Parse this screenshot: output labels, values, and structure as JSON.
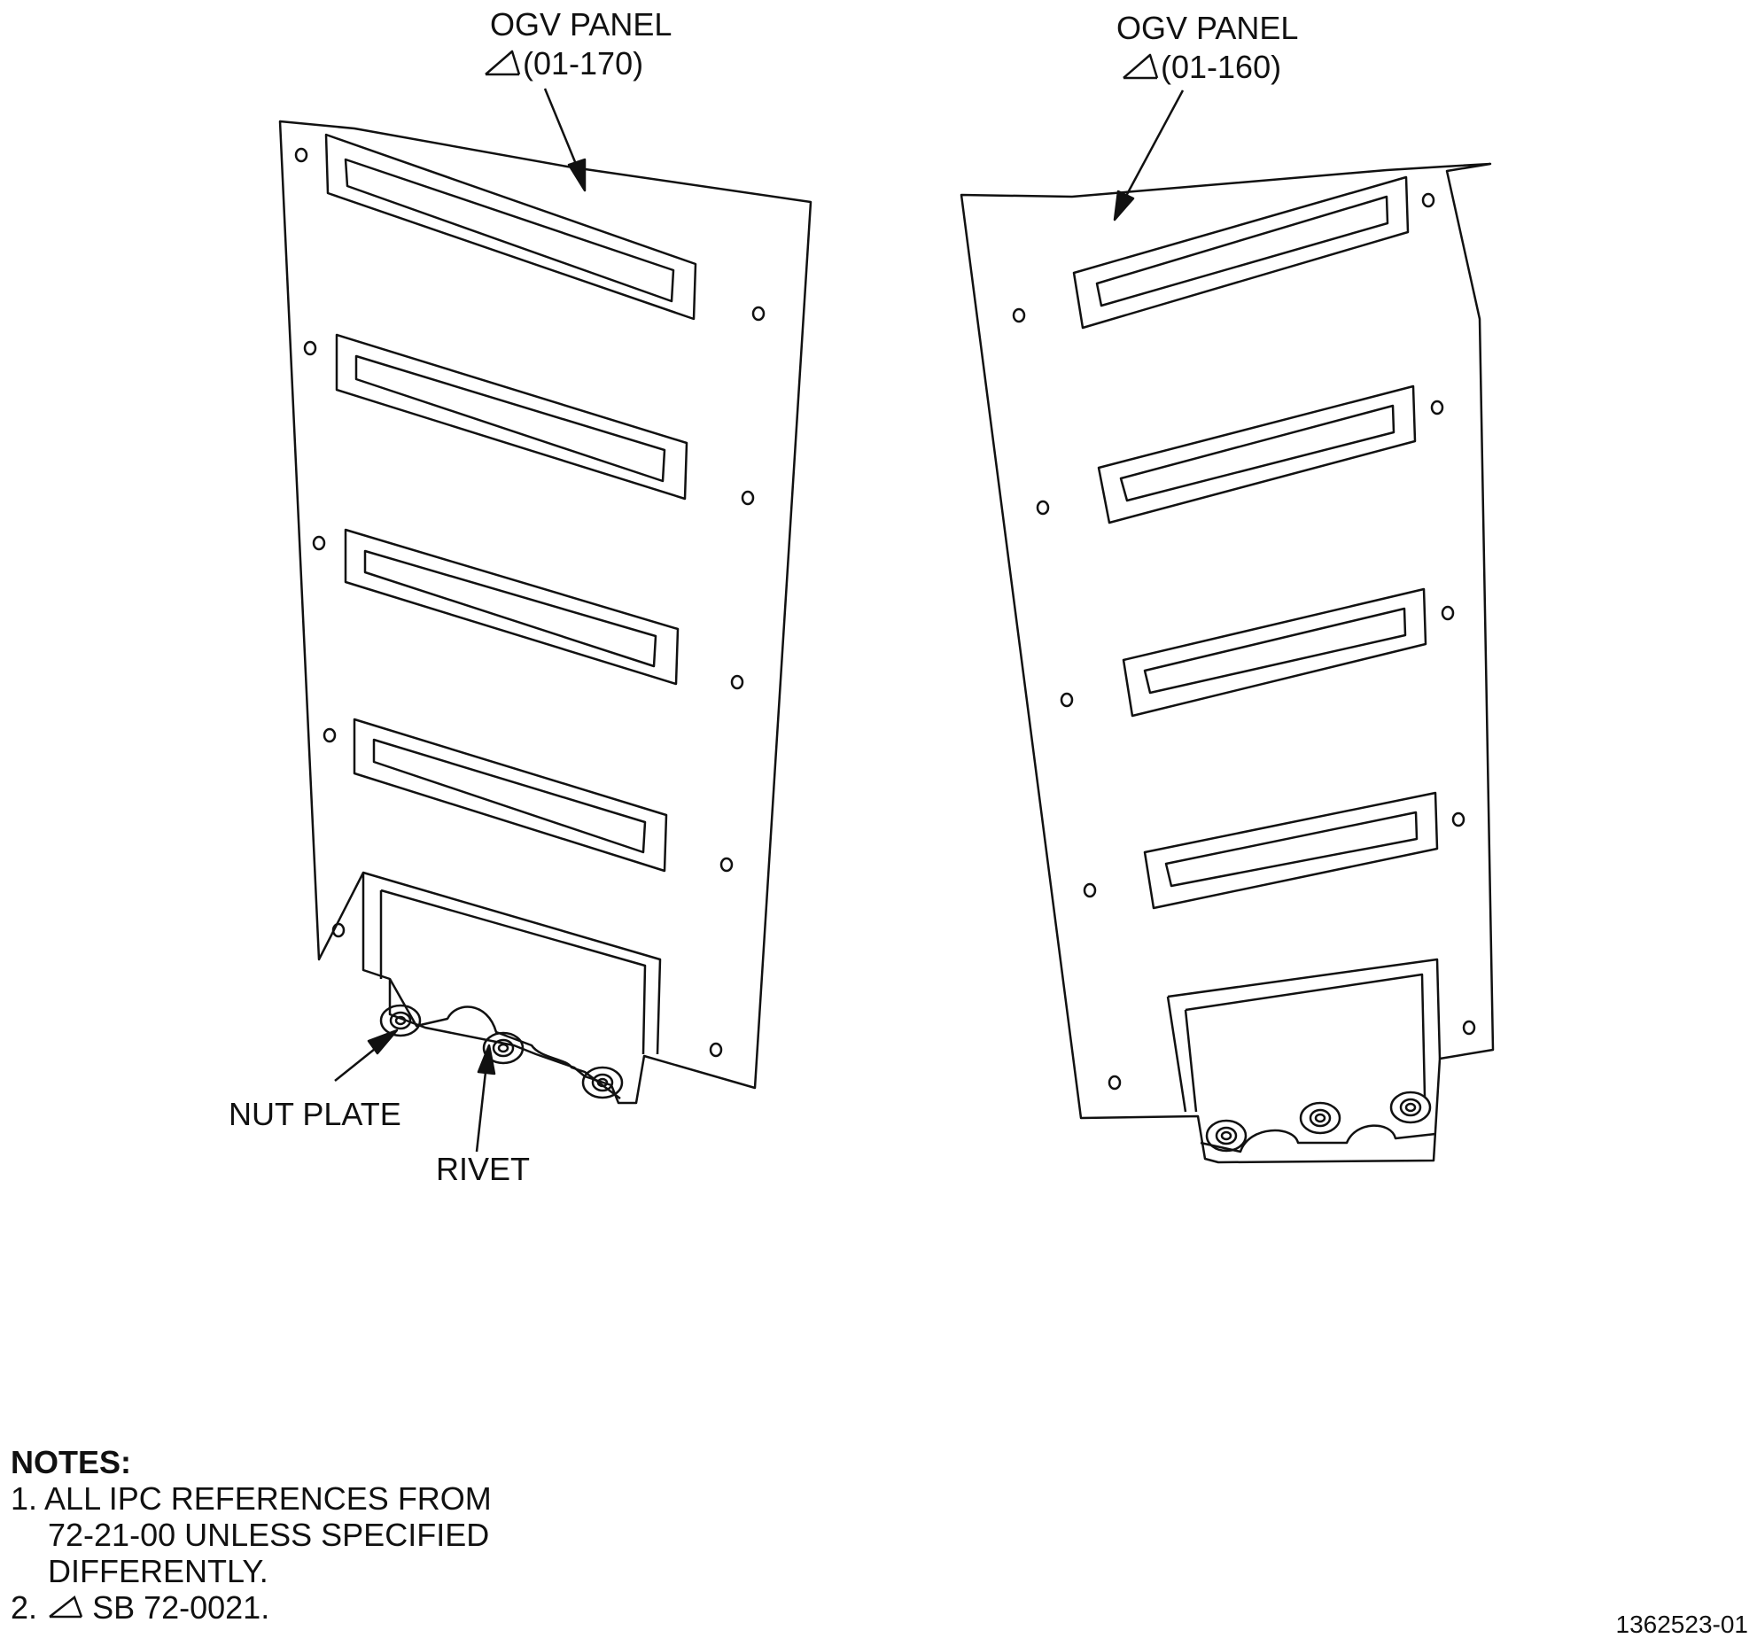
{
  "labels": {
    "left_panel_name": "OGV PANEL",
    "left_panel_ref": "(01-170)",
    "right_panel_name": "OGV PANEL",
    "right_panel_ref": "(01-160)",
    "nut_plate": "NUT PLATE",
    "rivet": "RIVET"
  },
  "notes": {
    "title": "NOTES:",
    "note1_line1": "1. ALL IPC REFERENCES FROM",
    "note1_line2": "72-21-00 UNLESS SPECIFIED",
    "note1_line3": "DIFFERENTLY.",
    "note2_prefix": "2.",
    "note2_text": "SB 72-0021."
  },
  "figure_number": "1362523-01",
  "icons": [
    "sb-flag-icon"
  ]
}
